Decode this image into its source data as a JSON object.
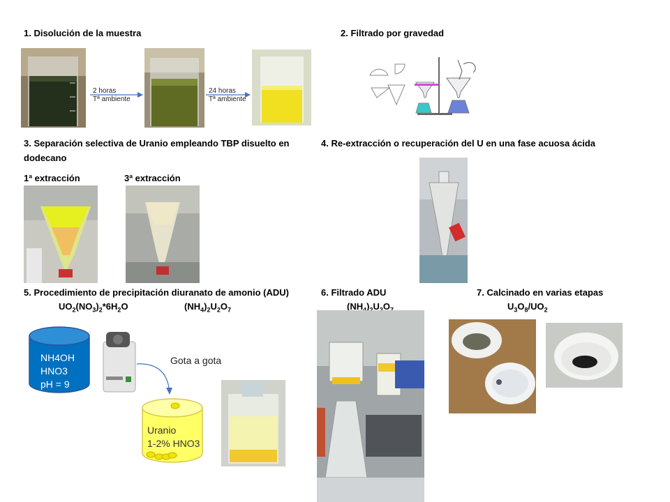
{
  "step1": {
    "title": "1. Disolución de la muestra",
    "arrow1": [
      "2 horas",
      "Tª ambiente"
    ],
    "arrow2": [
      "24 horas",
      "Tª ambiente"
    ]
  },
  "step2": {
    "title": "2. Filtrado por gravedad"
  },
  "step3": {
    "title_line1": "3. Separación selectiva de Uranio empleando TBP disuelto en",
    "title_line2": "dodecano",
    "label1": "1ª extracción",
    "label2": "3ª extracción"
  },
  "step4": {
    "title": "4. Re-extracción o recuperación del U en una fase acuosa ácida"
  },
  "step5": {
    "title": "5. Procedimiento de precipitación  diuranato de amonio (ADU)",
    "formula_reactant": {
      "a": "UO",
      "b": "2",
      "c": "(NO",
      "d": "3",
      "e": ")",
      "f": "2",
      "g": "*6H",
      "h": "2",
      "i": "O"
    },
    "formula_product": {
      "a": "(NH",
      "b": "4",
      "c": ")",
      "d": "2",
      "e": "U",
      "f": "2",
      "g": "O",
      "h": "7"
    },
    "drum_blue": [
      "NH4OH",
      "HNO3",
      "pH = 9"
    ],
    "drop_label": "Gota a gota",
    "drum_yellow": [
      "Uranio",
      "1-2% HNO3"
    ]
  },
  "step6": {
    "title": "6. Filtrado ADU",
    "formula": {
      "a": "(NH",
      "b": "4",
      "c": ")",
      "d": "2",
      "e": "U",
      "f": "2",
      "g": "O",
      "h": "7"
    }
  },
  "step7": {
    "title": "7. Calcinado en varias etapas",
    "formula": {
      "a": "U",
      "b": "3",
      "c": "O",
      "d": "8",
      "e": "/UO",
      "f": "2"
    }
  },
  "colors": {
    "blue_drum": "#0070c0",
    "yellow_drum": "#ffff66",
    "arrow": "#4472c4",
    "uranium_yellow": "#f2e400"
  }
}
